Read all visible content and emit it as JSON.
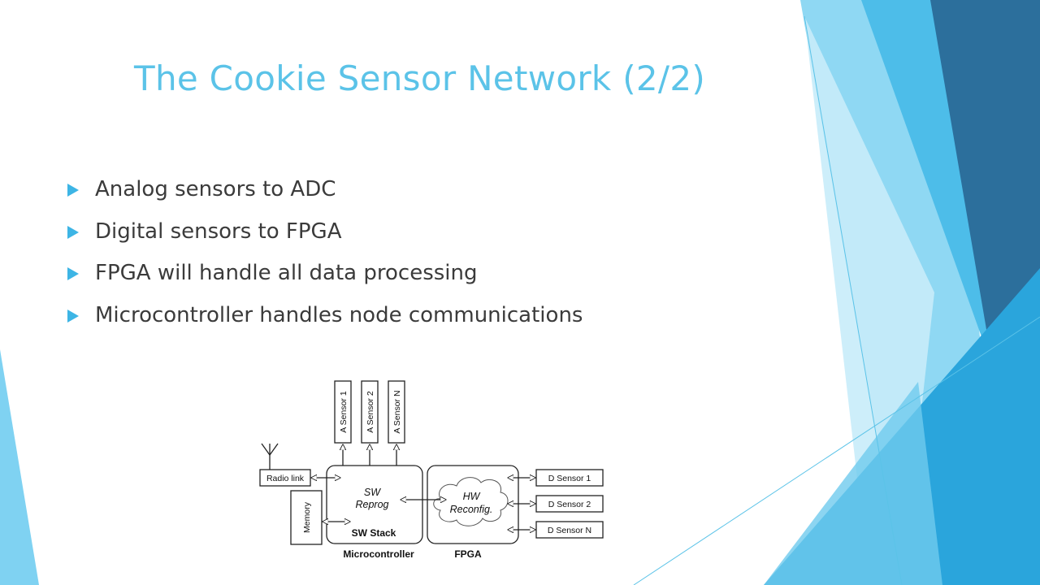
{
  "slide": {
    "title": "The Cookie Sensor Network (2/2)",
    "bullets": [
      "Analog sensors to ADC",
      "Digital sensors to FPGA",
      "FPGA will handle all data processing",
      "Microcontroller handles node communications"
    ]
  },
  "diagram": {
    "analog_sensors": [
      "A Sensor 1",
      "A Sensor 2",
      "A Sensor N"
    ],
    "digital_sensors": [
      "D Sensor 1",
      "D Sensor 2",
      "D Sensor N"
    ],
    "radio_link": "Radio link",
    "memory": "Memory",
    "sw_reprog_line1": "SW",
    "sw_reprog_line2": "Reprog",
    "sw_stack": "SW Stack",
    "hw_reconfig_line1": "HW",
    "hw_reconfig_line2": "Reconfig.",
    "microcontroller": "Microcontroller",
    "fpga": "FPGA"
  },
  "colors": {
    "title": "#5bc3e8",
    "bullet_arrow": "#3db5e5",
    "body_text": "#3b3b3b",
    "accent_dark": "#2c6f9c",
    "accent_mid": "#2aa5dc",
    "accent_light": "#7fd2f2"
  }
}
